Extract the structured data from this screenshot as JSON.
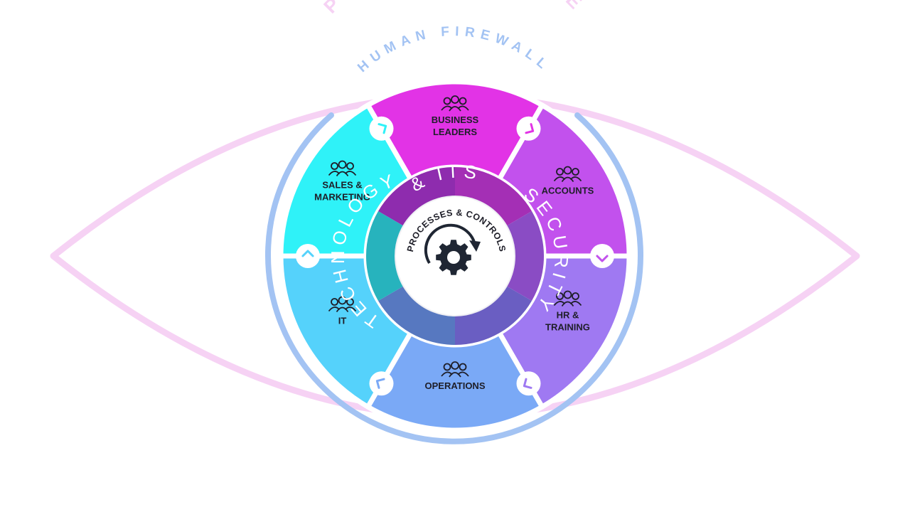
{
  "outer_labels": {
    "perimeter": "PERIMETER FENCE",
    "firewall": "HUMAN FIREWALL"
  },
  "ring": {
    "left": "TECHNOLOGY",
    "top": "& ITS",
    "right": "SECURITY"
  },
  "core": {
    "label": "PROCESSES & CONTROLS",
    "icon": "gear-cycle-icon"
  },
  "segments": [
    {
      "key": "business-leaders",
      "lines": [
        "BUSINESS",
        "LEADERS"
      ],
      "color": "#e233e6",
      "icon": "people-group-icon"
    },
    {
      "key": "accounts",
      "lines": [
        "ACCOUNTS"
      ],
      "color": "#c251ed",
      "icon": "people-group-icon"
    },
    {
      "key": "hr-training",
      "lines": [
        "HR &",
        "TRAINING"
      ],
      "color": "#9f79f2",
      "icon": "people-group-icon"
    },
    {
      "key": "operations",
      "lines": [
        "OPERATIONS"
      ],
      "color": "#7aa9f6",
      "icon": "people-group-icon"
    },
    {
      "key": "it",
      "lines": [
        "IT"
      ],
      "color": "#55d2fb",
      "icon": "people-group-icon"
    },
    {
      "key": "sales-marketing",
      "lines": [
        "SALES &",
        "MARKETING"
      ],
      "color": "#2ff2f8",
      "icon": "people-group-icon"
    }
  ],
  "colors": {
    "perimeter": "#f6d2f4",
    "firewall": "#a3c3f3",
    "ring_top": "#a42fb5",
    "ring_left": "#27b3bd",
    "ring_right": "#8a4cc4",
    "ring_bottom": "#5778c0"
  }
}
